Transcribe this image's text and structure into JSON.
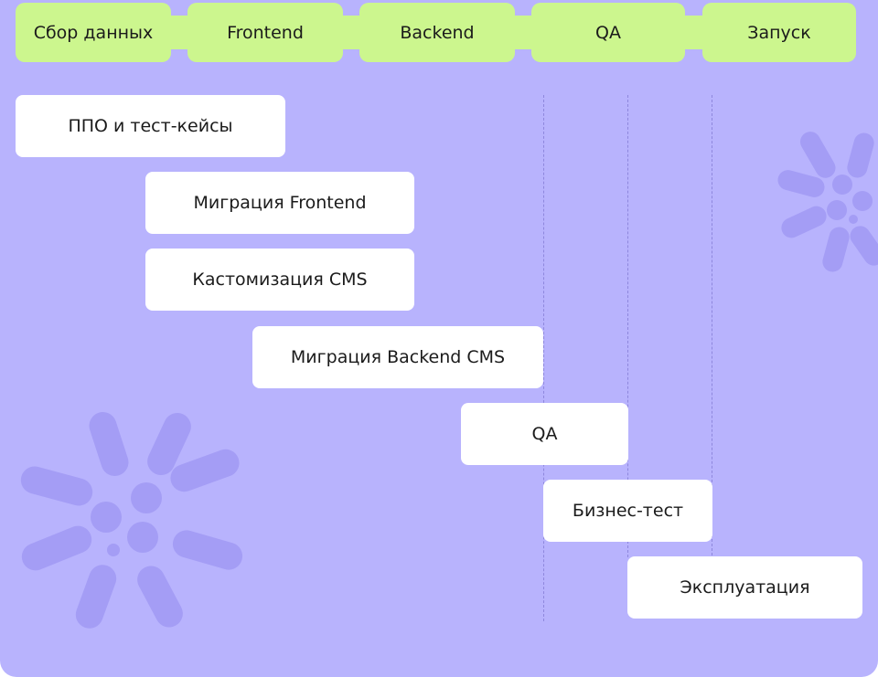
{
  "colors": {
    "background": "#b8b3fd",
    "phase_fill": "#ccf68e",
    "task_fill": "#ffffff",
    "decoration": "#a49df5"
  },
  "phases": [
    "Сбор данных",
    "Frontend",
    "Backend",
    "QA",
    "Запуск"
  ],
  "tasks": [
    "ППО и тест-кейсы",
    "Миграция Frontend",
    "Кастомизация CMS",
    "Миграция Backend CMS",
    "QA",
    "Бизнес-тест",
    "Эксплуатация"
  ],
  "decorations": [
    "flower-icon",
    "flower-icon"
  ]
}
